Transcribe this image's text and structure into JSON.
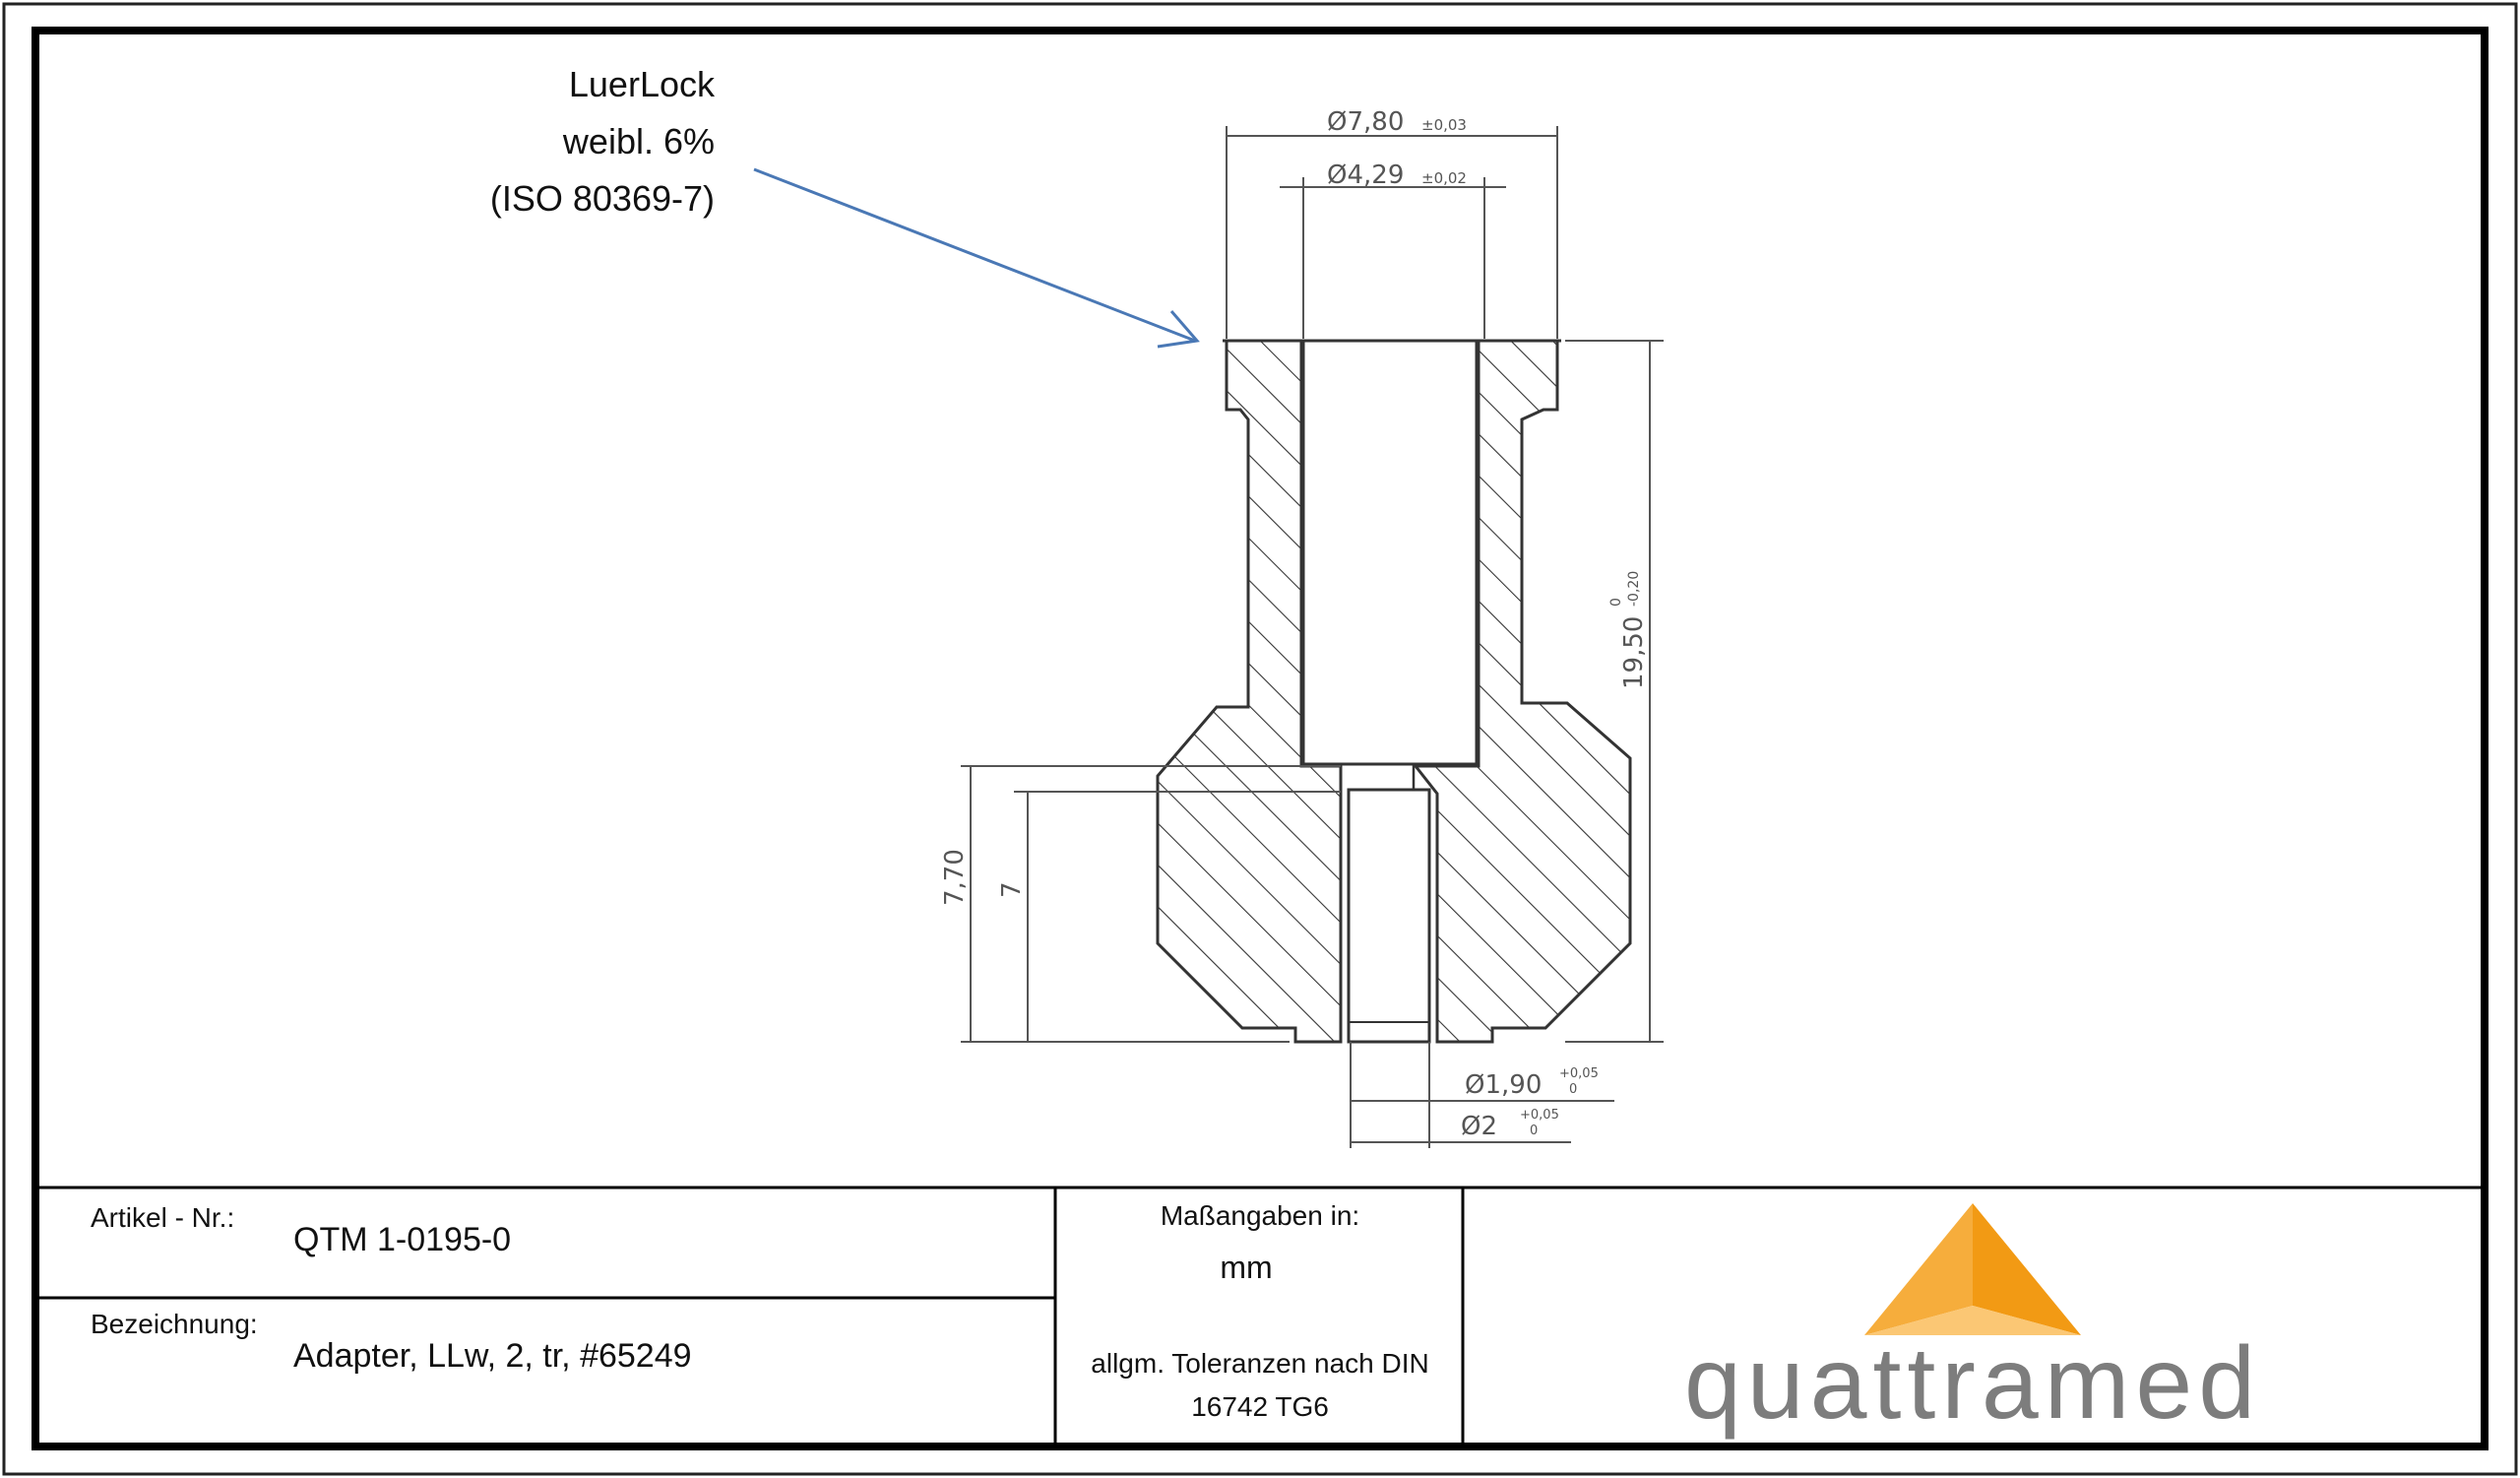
{
  "callout": {
    "line1": "LuerLock",
    "line2": "weibl. 6%",
    "line3": "(ISO 80369-7)",
    "arrow_color": "#4a78b5"
  },
  "dimensions": {
    "outer_diameter": "Ø7,80",
    "outer_tol": "±0,03",
    "inner_diameter": "Ø4,29",
    "inner_tol": "±0,02",
    "length": "19,50",
    "length_tol_upper": "0",
    "length_tol_lower": "-0,20",
    "height_a": "7,70",
    "height_b": "7",
    "bore_1": "Ø1,90",
    "bore_1_tol_upper": "+0,05",
    "bore_1_tol_lower": "0",
    "bore_2": "Ø2",
    "bore_2_tol_upper": "+0,05",
    "bore_2_tol_lower": "0"
  },
  "title_block": {
    "article_label": "Artikel - Nr.:",
    "article_value": "QTM 1-0195-0",
    "designation_label": "Bezeichnung:",
    "designation_value": "Adapter, LLw, 2, tr, #65249",
    "units_label": "Maßangaben in:",
    "units_value": "mm",
    "tolerance_line1": "allgm. Toleranzen nach DIN",
    "tolerance_line2": "16742 TG6"
  },
  "logo": {
    "text": "quattramed",
    "color_dark": "#f29a14",
    "color_light": "#fbc774",
    "color_mid": "#f6ad3c",
    "text_color": "#7d7d7d"
  }
}
